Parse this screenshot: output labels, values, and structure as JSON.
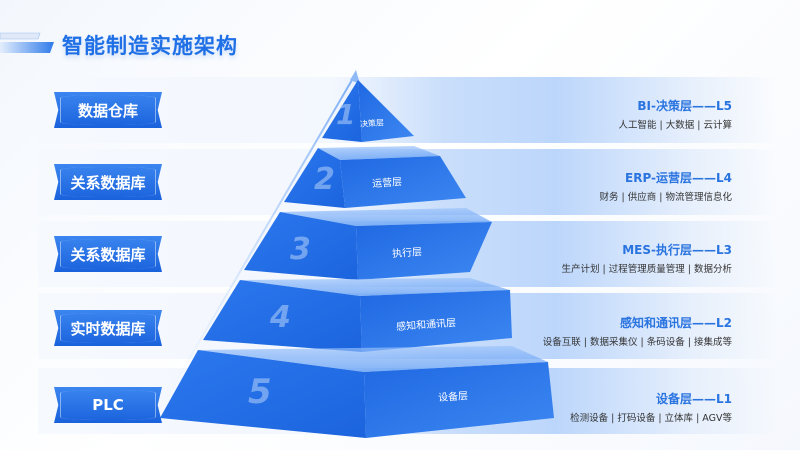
{
  "header": {
    "title": "智能制造实施架构"
  },
  "left_labels": [
    {
      "label": "数据仓库"
    },
    {
      "label": "关系数据库"
    },
    {
      "label": "关系数据库"
    },
    {
      "label": "实时数据库"
    },
    {
      "label": "PLC"
    }
  ],
  "pyramid_layers": [
    {
      "number": "1",
      "name": "决策层"
    },
    {
      "number": "2",
      "name": "运营层"
    },
    {
      "number": "3",
      "name": "执行层"
    },
    {
      "number": "4",
      "name": "感知和通讯层"
    },
    {
      "number": "5",
      "name": "设备层"
    }
  ],
  "right_info": [
    {
      "title": "BI-决策层——L5",
      "subtitle": "人工智能 | 大数据 | 云计算"
    },
    {
      "title": "ERP-运营层——L4",
      "subtitle": "财务 | 供应商 | 物流管理信息化"
    },
    {
      "title": "MES-执行层——L3",
      "subtitle": "生产计划 | 过程管理质量管理 | 数据分析"
    },
    {
      "title": "感知和通讯层——L2",
      "subtitle": "设备互联 | 数据采集仪 | 条码设备 | 接集成等"
    },
    {
      "title": "设备层——L1",
      "subtitle": "检测设备 | 打码设备 | 立体库 | AGV等"
    }
  ],
  "colors": {
    "accent": "#1f6fe6",
    "pyramid_dark": "#1a62dc",
    "pyramid_light": "#5b9cf5",
    "band_blue": "#bcd6fb"
  }
}
